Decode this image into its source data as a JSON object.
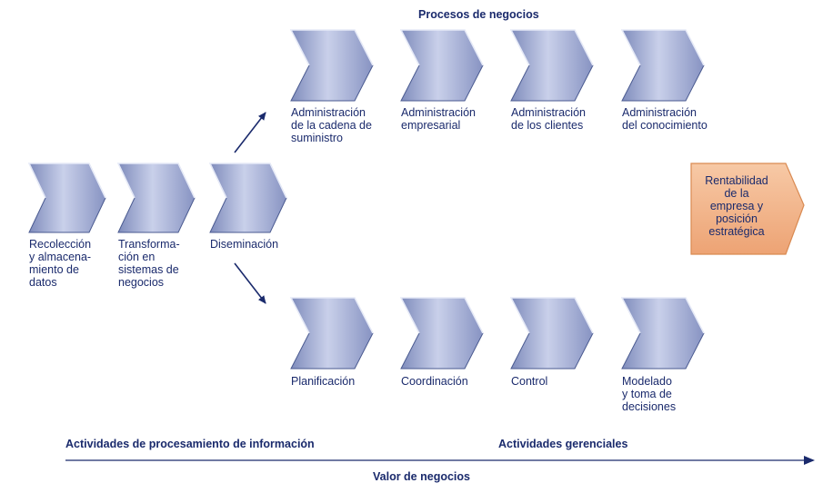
{
  "header": {
    "title": "Procesos de negocios"
  },
  "input_steps": [
    {
      "label": "Recolección\ny almacena-\nmiento de\ndatos"
    },
    {
      "label": "Transforma-\nción en\nsistemas de\nnegocios"
    },
    {
      "label": "Diseminación"
    }
  ],
  "business_processes": [
    {
      "label": "Administración\nde la cadena de\nsuministro"
    },
    {
      "label": "Administración\nempresarial"
    },
    {
      "label": "Administración\nde los clientes"
    },
    {
      "label": "Administración\ndel conocimiento"
    }
  ],
  "management_activities": [
    {
      "label": "Planificación"
    },
    {
      "label": "Coordinación"
    },
    {
      "label": "Control"
    },
    {
      "label": "Modelado\ny toma de\ndecisiones"
    }
  ],
  "result": {
    "label": "Rentabilidad\nde la\nempresa y\nposición\nestratégica"
  },
  "bottom": {
    "left_label": "Actividades de procesamiento de información",
    "right_label": "Actividades gerenciales",
    "axis_label": "Valor de negocios"
  },
  "colors": {
    "text": "#1a2a6c",
    "chevron_fill": "#a9b4d8",
    "chevron_edge": "#4a5a90",
    "result_fill": "#f2b48a",
    "result_edge": "#d98a52"
  }
}
